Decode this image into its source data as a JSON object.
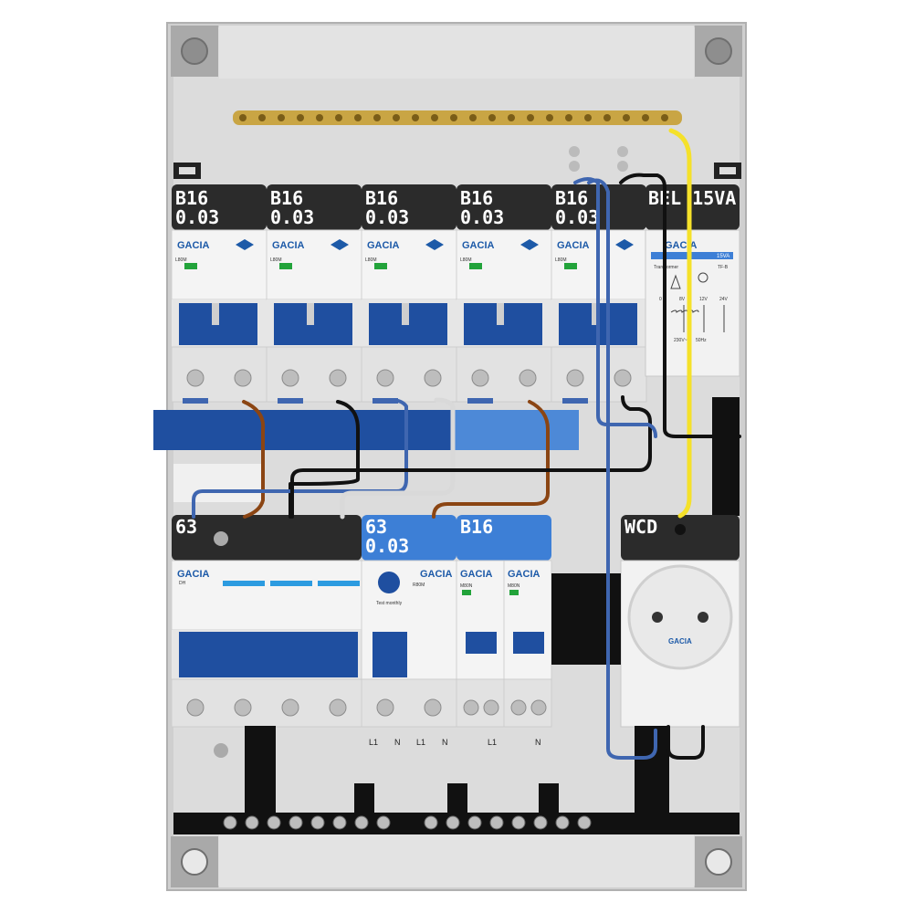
{
  "colors": {
    "enclosure": "#d9d9d9",
    "blue": "#1f4fa0",
    "label_bg": "#2b2b2b",
    "label_blue": "#3d7fd6",
    "copper": "#b5651d",
    "live_brown": "#8b4513",
    "neutral_blue": "#3f66b0",
    "ground_yellow": "#f5e12a"
  },
  "brand": "GACIA",
  "top_breakers": [
    {
      "rating": "B16",
      "trip": "0.03",
      "model": "L80M"
    },
    {
      "rating": "B16",
      "trip": "0.03",
      "model": "L80M"
    },
    {
      "rating": "B16",
      "trip": "0.03",
      "model": "L80M"
    },
    {
      "rating": "B16",
      "trip": "0.03",
      "model": "L80M"
    },
    {
      "rating": "B16",
      "trip": "0.03",
      "model": "L80M"
    }
  ],
  "transformer": {
    "label": "BEL 15VA",
    "badge": "15VA",
    "title": "Transformer",
    "code": "TF-B",
    "voltages": [
      "0",
      "8V",
      "12V",
      "24V"
    ],
    "input": "230V~",
    "freq": "50Hz"
  },
  "bottom": {
    "main_switch": {
      "rating": "63",
      "model": "DH"
    },
    "rcd": {
      "rating": "63",
      "trip": "0.03",
      "model": "R80M",
      "test_text": "Test monthly"
    },
    "mcb": {
      "rating": "B16",
      "models": [
        "M80N",
        "M80N"
      ]
    },
    "socket": {
      "label": "WCD"
    }
  },
  "terminal_labels": [
    "L1",
    "N",
    "L1",
    "N",
    "L1",
    "N"
  ]
}
